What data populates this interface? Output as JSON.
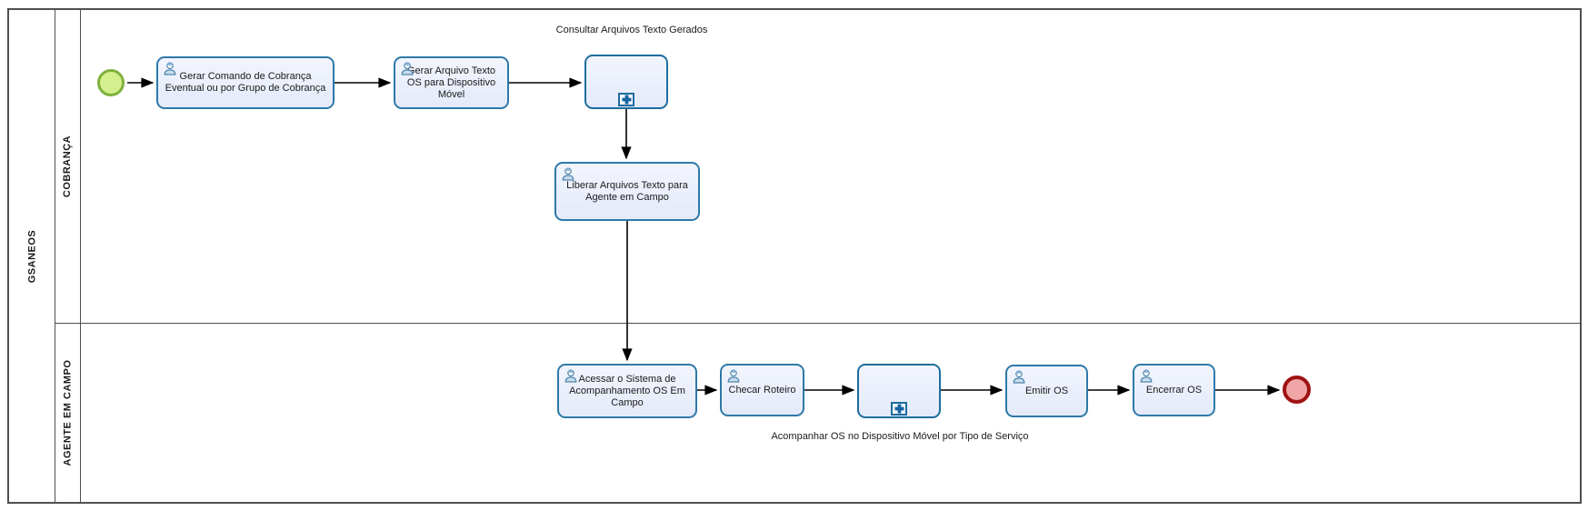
{
  "diagram": {
    "pool": {
      "name": "GSANEOS",
      "lanes": [
        {
          "name": "COBRANÇA"
        },
        {
          "name": "AGENTE EM CAMPO"
        }
      ]
    },
    "nodes": {
      "start_event": {
        "type": "start-event"
      },
      "task_gerar_comando": {
        "label": "Gerar Comando de Cobrança Eventual ou por Grupo de Cobrança",
        "type": "user-task"
      },
      "task_gerar_arquivo": {
        "label": "Gerar Arquivo Texto OS para Dispositivo Móvel",
        "type": "user-task"
      },
      "subprocess_consultar": {
        "label": "Consultar Arquivos Texto Gerados",
        "type": "collapsed-subprocess"
      },
      "task_liberar": {
        "label": "Liberar Arquivos Texto para Agente em Campo",
        "type": "user-task"
      },
      "task_acessar": {
        "label": "Acessar o Sistema de Acompanhamento OS Em Campo",
        "type": "user-task"
      },
      "task_checar": {
        "label": "Checar Roteiro",
        "type": "user-task"
      },
      "subprocess_acompanhar": {
        "label": "Acompanhar OS no Dispositivo Móvel por Tipo de Serviço",
        "type": "collapsed-subprocess"
      },
      "task_emitir": {
        "label": "Emitir OS",
        "type": "user-task"
      },
      "task_encerrar": {
        "label": "Encerrar OS",
        "type": "user-task"
      },
      "end_event": {
        "type": "end-event"
      }
    },
    "colors": {
      "task_fill": "#e8edfa",
      "task_border": "#2e79a8",
      "subprocess_border": "#1e6d9e",
      "start_fill": "#d5ee8e",
      "start_border": "#7fb13d",
      "end_fill": "#f0a6a6",
      "end_border": "#a01313",
      "pool_border": "#4f4f4f",
      "flow_color": "#000000"
    }
  }
}
